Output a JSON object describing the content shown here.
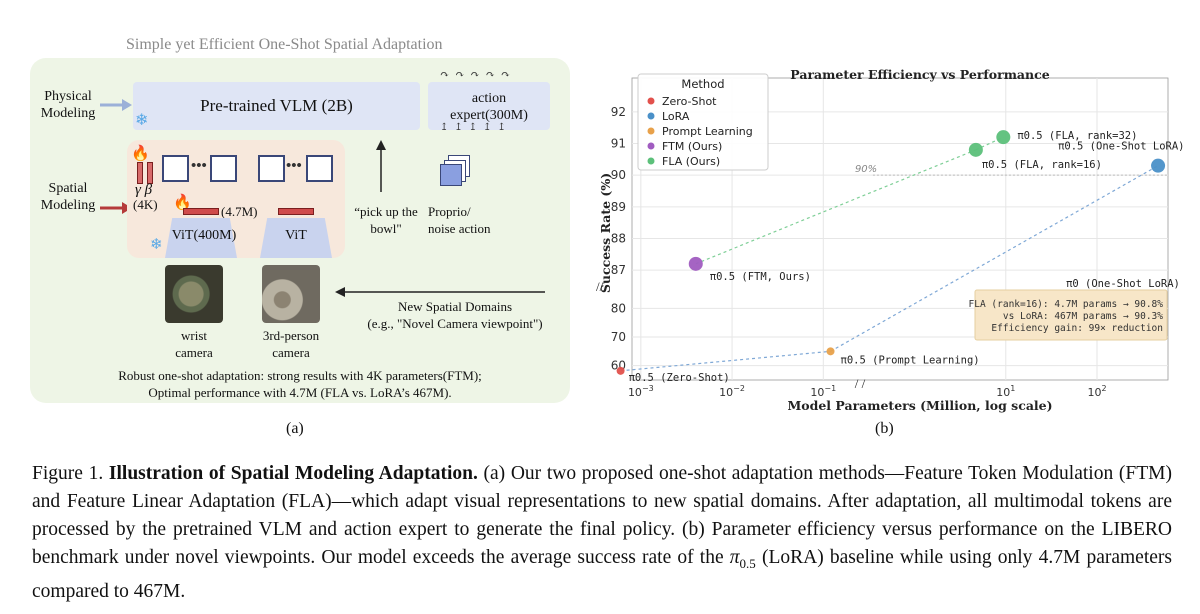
{
  "panel_a": {
    "title": "Simple yet Efficient One-Shot Spatial Adaptation",
    "physical_modeling": "Physical\nModeling",
    "spatial_modeling": "Spatial\nModeling",
    "vlm_label": "Pre-trained VLM (2B)",
    "action_expert_label": "action\nexpert(300M)",
    "gamma_beta": "γ β",
    "gamma_beta_size": "(4K)",
    "fla_size": "(4.7M)",
    "vit_400m": "ViT(400M)",
    "vit": "ViT",
    "instruction": "“pick up the\nbowl\"",
    "proprio": "Proprio/\nnoise action",
    "wrist_camera": "wrist\ncamera",
    "third_camera": "3rd-person\ncamera",
    "new_domains": "New Spatial Domains\n(e.g., \"Novel Camera viewpoint\")",
    "summary": "Robust one-shot adaptation: strong results with 4K parameters(FTM);\nOptimal performance with 4.7M (FLA vs. LoRA’s 467M).",
    "subcaption": "(a)",
    "icons": [
      "snowflake-icon",
      "fire-icon",
      "arrow-icon"
    ]
  },
  "panel_b": {
    "subcaption": "(b)"
  },
  "chart_data": {
    "type": "scatter",
    "title": "Parameter Efficiency vs Performance",
    "xlabel": "Model Parameters (Million, log scale)",
    "ylabel": "Success Rate (%)",
    "x_scale": "log",
    "x_ticks": [
      "10^-3",
      "10^-2",
      "10^-1",
      "10^1",
      "10^2"
    ],
    "y_ticks_top": [
      87,
      88,
      89,
      90,
      91,
      92
    ],
    "y_ticks_bottom": [
      60,
      70,
      80
    ],
    "broken_axes": true,
    "grid": true,
    "legend_title": "Method",
    "legend_position": "top-left",
    "series": [
      {
        "name": "Zero-Shot",
        "color": "#e2514c",
        "points": [
          {
            "x": 0.0006,
            "y": 58.2,
            "label": "π0.5 (Zero-Shot)"
          }
        ]
      },
      {
        "name": "LoRA",
        "color": "#4a90c8",
        "points": [
          {
            "x": 467,
            "y": 90.3,
            "label": "π0.5 (One-Shot LoRA)"
          },
          {
            "x": 467,
            "y": 82.5,
            "label": "π0 (One-Shot LoRA)"
          }
        ]
      },
      {
        "name": "Prompt Learning",
        "color": "#e8a14a",
        "points": [
          {
            "x": 0.12,
            "y": 65.0,
            "label": "π0.5 (Prompt Learning)"
          }
        ]
      },
      {
        "name": "FTM (Ours)",
        "color": "#a05cc0",
        "points": [
          {
            "x": 0.004,
            "y": 87.2,
            "label": "π0.5 (FTM, Ours)"
          }
        ]
      },
      {
        "name": "FLA (Ours)",
        "color": "#5cc07a",
        "points": [
          {
            "x": 4.7,
            "y": 90.8,
            "label": "π0.5 (FLA, rank=16)"
          },
          {
            "x": 9.4,
            "y": 91.2,
            "label": "π0.5 (FLA, rank=32)"
          }
        ]
      }
    ],
    "reference_line": {
      "y": 90,
      "label": "90%"
    },
    "annotation": "FLA (rank=16): 4.7M params → 90.8%\nvs LoRA: 467M params → 90.3%\nEfficiency gain: 99× reduction"
  },
  "caption": {
    "prefix": "Figure 1. ",
    "bold": "Illustration of Spatial Modeling Adaptation.",
    "text_1": " (a) Our two proposed one-shot adaptation methods—Feature Token Modulation (FTM) and Feature Linear Adaptation (FLA)—which adapt visual representations to new spatial domains. After adaptation, all multimodal tokens are processed by the pretrained VLM and action expert to generate the final policy. (b) Parameter efficiency versus performance on the LIBERO benchmark under novel viewpoints. Our model exceeds the average success rate of the ",
    "pi": "π",
    "pi_sub": "0.5",
    "text_2": " (LoRA) baseline while using only 4.7M parameters compared to 467M."
  }
}
